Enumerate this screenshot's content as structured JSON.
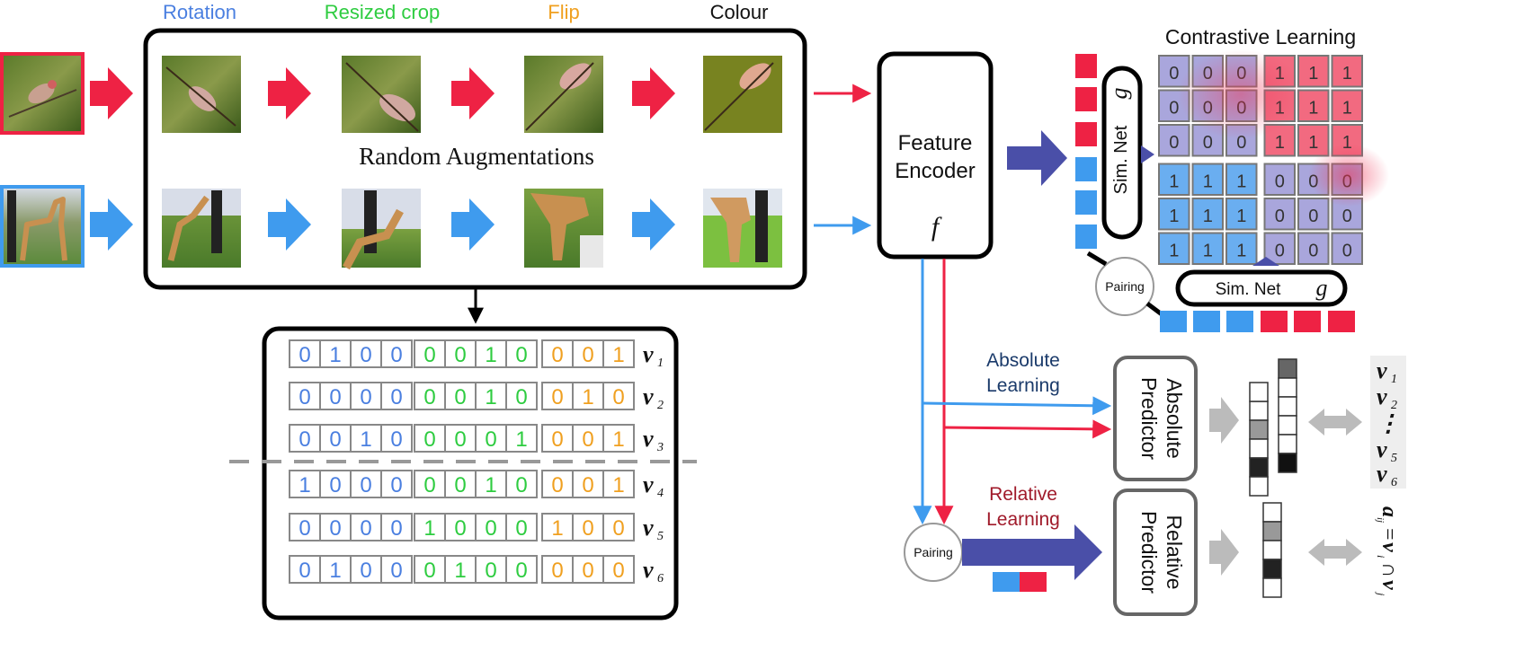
{
  "augment_labels": [
    {
      "text": "Rotation",
      "color": "#4a7fe0"
    },
    {
      "text": "Resized crop",
      "color": "#2ecc40"
    },
    {
      "text": "Flip",
      "color": "#f0a020"
    },
    {
      "text": "Colour",
      "color": "#111111"
    }
  ],
  "random_augmentations": "Random Augmentations",
  "feature_encoder": {
    "line1": "Feature",
    "line2": "Encoder",
    "symbol": "f"
  },
  "contrastive": {
    "title": "Contrastive Learning",
    "sim_net": "Sim. Net",
    "sim_symbol": "g",
    "pairing": "Pairing",
    "matrix": [
      [
        "0",
        "0",
        "0",
        "1",
        "1",
        "1"
      ],
      [
        "0",
        "0",
        "0",
        "1",
        "1",
        "1"
      ],
      [
        "0",
        "0",
        "0",
        "1",
        "1",
        "1"
      ],
      [
        "1",
        "1",
        "1",
        "0",
        "0",
        "0"
      ],
      [
        "1",
        "1",
        "1",
        "0",
        "0",
        "0"
      ],
      [
        "1",
        "1",
        "1",
        "0",
        "0",
        "0"
      ]
    ]
  },
  "table": {
    "rows": [
      {
        "rot": [
          "0",
          "1",
          "0",
          "0"
        ],
        "crop": [
          "0",
          "0",
          "1",
          "0"
        ],
        "flip": [
          "0",
          "0",
          "1"
        ],
        "v": "v",
        "sub": "1"
      },
      {
        "rot": [
          "0",
          "0",
          "0",
          "0"
        ],
        "crop": [
          "0",
          "0",
          "1",
          "0"
        ],
        "flip": [
          "0",
          "1",
          "0"
        ],
        "v": "v",
        "sub": "2"
      },
      {
        "rot": [
          "0",
          "0",
          "1",
          "0"
        ],
        "crop": [
          "0",
          "0",
          "0",
          "1"
        ],
        "flip": [
          "0",
          "0",
          "1"
        ],
        "v": "v",
        "sub": "3"
      },
      {
        "rot": [
          "1",
          "0",
          "0",
          "0"
        ],
        "crop": [
          "0",
          "0",
          "1",
          "0"
        ],
        "flip": [
          "0",
          "0",
          "1"
        ],
        "v": "v",
        "sub": "4"
      },
      {
        "rot": [
          "0",
          "0",
          "0",
          "0"
        ],
        "crop": [
          "1",
          "0",
          "0",
          "0"
        ],
        "flip": [
          "1",
          "0",
          "0"
        ],
        "v": "v",
        "sub": "5"
      },
      {
        "rot": [
          "0",
          "1",
          "0",
          "0"
        ],
        "crop": [
          "0",
          "1",
          "0",
          "0"
        ],
        "flip": [
          "0",
          "0",
          "0"
        ],
        "v": "v",
        "sub": "6"
      }
    ]
  },
  "absolute": {
    "label_line1": "Absolute",
    "label_line2": "Learning",
    "predictor_line1": "Absolute",
    "predictor_line2": "Predictor",
    "targets": [
      {
        "v": "v",
        "sub": "1"
      },
      {
        "v": "v",
        "sub": "2"
      },
      {
        "v": "⋮",
        "sub": ""
      },
      {
        "v": "v",
        "sub": "5"
      },
      {
        "v": "v",
        "sub": "6"
      }
    ]
  },
  "relative": {
    "label_line1": "Relative",
    "label_line2": "Learning",
    "predictor_line1": "Relative",
    "predictor_line2": "Predictor",
    "pairing": "Pairing",
    "target_a": "a",
    "target_a_sub": "ij",
    "target_eq": "=",
    "target_vi": "v",
    "target_i": "i",
    "target_cap": "∩",
    "target_vj": "v",
    "target_j": "j"
  },
  "colors": {
    "red": "#ee2244",
    "blue": "#3f9bee",
    "navy": "#4a4fa8"
  }
}
